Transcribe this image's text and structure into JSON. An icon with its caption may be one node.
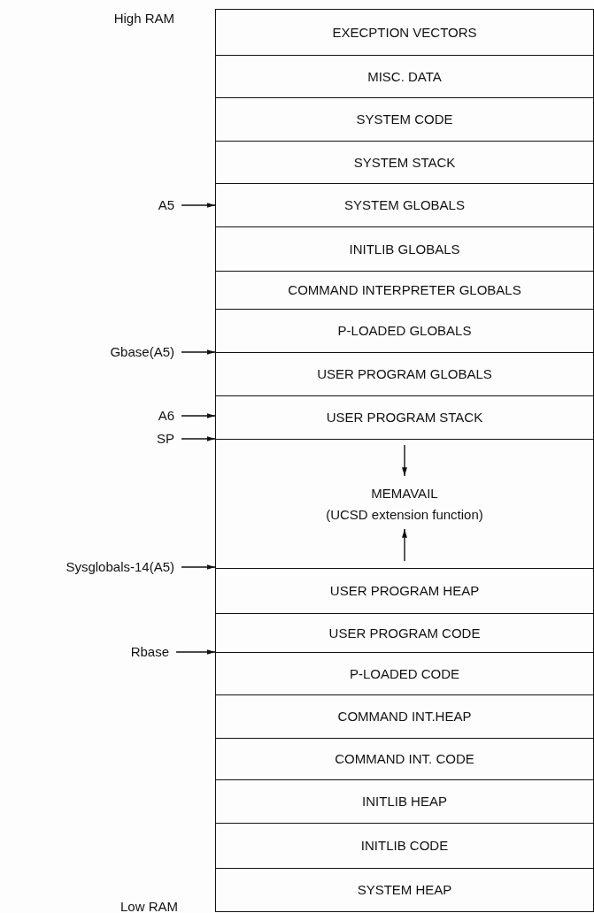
{
  "diagram": {
    "nodes": [
      {
        "text": [
          "EXECPTION VECTORS"
        ]
      },
      {
        "text": [
          "MISC. DATA"
        ]
      },
      {
        "text": [
          "SYSTEM CODE"
        ]
      },
      {
        "text": [
          "SYSTEM STACK"
        ]
      },
      {
        "text": [
          "SYSTEM GLOBALS"
        ]
      },
      {
        "text": [
          "INITLIB GLOBALS"
        ]
      },
      {
        "text": [
          "COMMAND INTERPRETER GLOBALS"
        ]
      },
      {
        "text": [
          "P-LOADED GLOBALS"
        ]
      },
      {
        "text": [
          "USER PROGRAM GLOBALS"
        ]
      },
      {
        "text": [
          "USER PROGRAM STACK"
        ]
      },
      {
        "text": [
          "MEMAVAIL",
          "(UCSD extension function)"
        ]
      },
      {
        "text": [
          "USER PROGRAM HEAP"
        ]
      },
      {
        "text": [
          "USER PROGRAM CODE"
        ]
      },
      {
        "text": [
          "P-LOADED CODE"
        ]
      },
      {
        "text": [
          "COMMAND INT.HEAP"
        ]
      },
      {
        "text": [
          "COMMAND INT. CODE"
        ]
      },
      {
        "text": [
          "INITLIB HEAP"
        ]
      },
      {
        "text": [
          "INITLIB CODE"
        ]
      },
      {
        "text": [
          "SYSTEM HEAP"
        ]
      },
      {
        "text": [
          "A5"
        ]
      },
      {
        "text": [
          "Gbase(A5)"
        ]
      },
      {
        "text": [
          "A6"
        ]
      },
      {
        "text": [
          "SP"
        ]
      },
      {
        "text": [
          "Sysglobals-14(A5)"
        ]
      },
      {
        "text": [
          "Rbase"
        ]
      }
    ],
    "edges": [
      {
        "from": 19,
        "to": 4,
        "arrow": "to"
      },
      {
        "from": 20,
        "to": 8,
        "arrow": "to"
      },
      {
        "from": 21,
        "to": 9,
        "arrow": "to"
      },
      {
        "from": 22,
        "to": 10,
        "arrow": "to"
      },
      {
        "from": 23,
        "to": 11,
        "arrow": "to"
      },
      {
        "from": 24,
        "to": 13,
        "arrow": "to"
      }
    ],
    "labels": [
      "High RAM",
      "Low RAM"
    ]
  }
}
